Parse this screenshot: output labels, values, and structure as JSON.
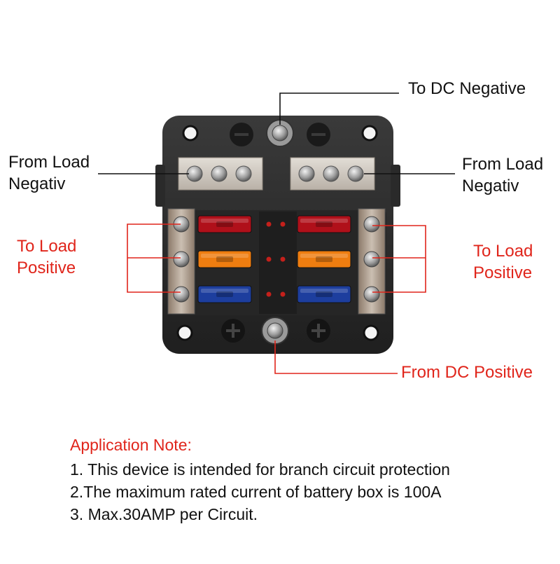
{
  "labels": {
    "to_dc_negative": "To DC Negative",
    "from_load_negative_left": [
      "From Load",
      "Negativ"
    ],
    "from_load_negative_right": [
      "From Load",
      "Negativ"
    ],
    "to_load_positive_left": [
      "To Load",
      "Positive"
    ],
    "to_load_positive_right": [
      "To Load",
      "Positive"
    ],
    "from_dc_positive": "From DC Positive"
  },
  "note": {
    "title": "Application Note:",
    "lines": [
      "1. This device is intended for branch circuit protection",
      "2.The maximum rated current of battery box is 100A",
      "3. Max.30AMP per Circuit."
    ]
  },
  "fuses": {
    "left": [
      "red",
      "orange",
      "blue"
    ],
    "right": [
      "red",
      "orange",
      "blue"
    ]
  },
  "colors": {
    "label_text": "#111111",
    "positive_labels": "#e0251b",
    "body": "#2b2b2b",
    "fuse_red": "#b0101a",
    "fuse_orange": "#ee7d10",
    "fuse_blue": "#1d3e9e",
    "bus_bar": "#cdc6bd",
    "led": "#c4201b"
  }
}
